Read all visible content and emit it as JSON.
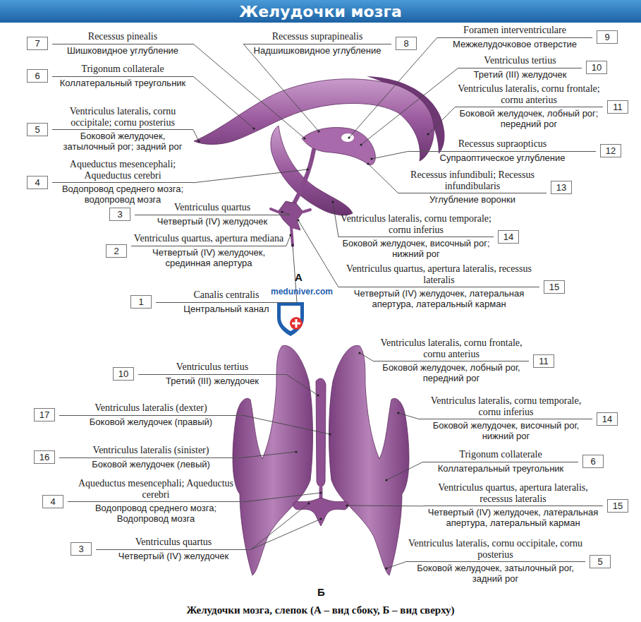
{
  "diagram": {
    "title": "Желудочки мозга",
    "caption": "Желудочки мозга, слепок (А – вид сбоку, Б – вид сверху)",
    "nodes": [
      {
        "text": [
          "7",
          "Recessus pinealis",
          "Шишковидное углубление"
        ]
      },
      {
        "text": [
          "8",
          "Recessus suprapinealis",
          "Надшишковидное углубление"
        ]
      },
      {
        "text": [
          "9",
          "Foramen interventriculare",
          "Межжелудочковое отверстие"
        ]
      },
      {
        "text": [
          "6",
          "Trigonum collaterale",
          "Коллатеральный треугольник"
        ]
      },
      {
        "text": [
          "10",
          "Ventriculus tertius",
          "Третий (III) желудочек"
        ]
      },
      {
        "text": [
          "11",
          "Ventriculus lateralis, cornu frontale; cornu anterius",
          "Боковой желудочек, лобный рог; передний рог"
        ]
      },
      {
        "text": [
          "5",
          "Ventriculus lateralis, cornu occipitale; cornu posterius",
          "Боковой желудочек, затылочный рог; задний рог"
        ]
      },
      {
        "text": [
          "12",
          "Recessus supraopticus",
          "Супраоптическое углубление"
        ]
      },
      {
        "text": [
          "4",
          "Aqueductus mesencephali; Aqueductus cerebri",
          "Водопровод среднего мозга; водопровод мозга"
        ]
      },
      {
        "text": [
          "13",
          "Recessus infundibuli; Recessus infundibularis",
          "Углубление воронки"
        ]
      },
      {
        "text": [
          "3",
          "Ventriculus quartus",
          "Четвертый (IV) желудочек"
        ]
      },
      {
        "text": [
          "14",
          "Ventriculus lateralis, cornu temporale; cornu inferius",
          "Боковой желудочек, височный рог; нижний рог"
        ]
      },
      {
        "text": [
          "2",
          "Ventriculus quartus, apertura mediana",
          "Четвертый (IV) желудочек, срединная апертура"
        ]
      },
      {
        "text": [
          "15",
          "Ventriculus quartus, apertura lateralis, recessus lateralis",
          "Четвертый (IV) желудочек, латеральная апертура, латеральный карман"
        ]
      },
      {
        "text": [
          "1",
          "Canalis centralis",
          "Центральный канал"
        ]
      },
      {
        "text": [
          "10",
          "Ventriculus tertius",
          "Третий (III) желудочек"
        ]
      },
      {
        "text": [
          "11",
          "Ventriculus lateralis, cornu frontale, cornu anterius",
          "Боковой желудочек, лобный рог, передний рог"
        ]
      },
      {
        "text": [
          "17",
          "Ventriculus lateralis (dexter)",
          "Боковой желудочек (правый)"
        ]
      },
      {
        "text": [
          "14",
          "Ventriculus lateralis, cornu temporale, cornu inferius",
          "Боковой желудочек, височный рог, нижний рог"
        ]
      },
      {
        "text": [
          "16",
          "Ventriculus lateralis (sinister)",
          "Боковой желудочек (левый)"
        ]
      },
      {
        "text": [
          "6",
          "Trigonum collaterale",
          "Коллатеральный треугольник"
        ]
      },
      {
        "text": [
          "4",
          "Aqueductus mesencephali; Aqueductus cerebri",
          "Водопровод среднего мозга; Водопровод мозга"
        ]
      },
      {
        "text": [
          "15",
          "Ventriculus quartus, apertura lateralis, recessus lateralis",
          "Четвертый (IV) желудочек, латеральная апертура, латеральный карман"
        ]
      },
      {
        "text": [
          "3",
          "Ventriculus quartus",
          "Четвертый (IV) желудочек"
        ]
      },
      {
        "text": [
          "5",
          "Ventriculus lateralis, cornu occipitale, cornu posterius",
          "Боковой желудочек, затылочный рог, задний рог"
        ]
      }
    ],
    "labels": [
      "А",
      "meduniver.com",
      "Б"
    ]
  }
}
